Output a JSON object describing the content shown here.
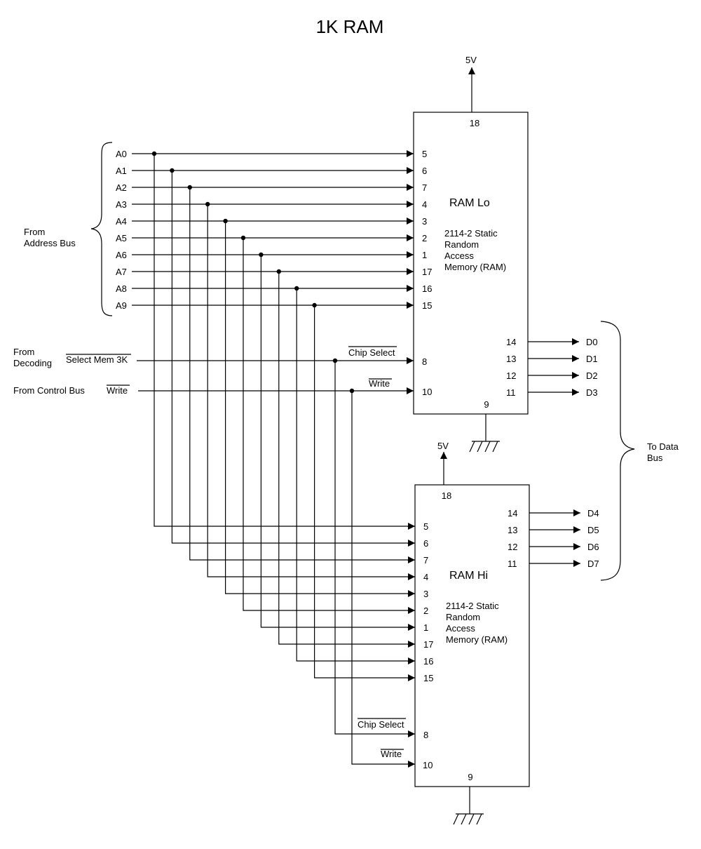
{
  "title": "1K RAM",
  "address_bus_label": [
    "From",
    "Address Bus"
  ],
  "address_lines": [
    "A0",
    "A1",
    "A2",
    "A3",
    "A4",
    "A5",
    "A6",
    "A7",
    "A8",
    "A9"
  ],
  "address_pins": [
    "5",
    "6",
    "7",
    "4",
    "3",
    "2",
    "1",
    "17",
    "16",
    "15"
  ],
  "decoding": {
    "source": [
      "From",
      "Decoding"
    ],
    "signal": "Select Mem 3K",
    "chip_select": "Chip Select",
    "pin": "8"
  },
  "control": {
    "source": "From Control Bus",
    "signal": "Write",
    "pin": "10"
  },
  "ram_lo": {
    "name": "RAM Lo",
    "desc": [
      "2114-2 Static",
      "Random",
      "Access",
      "Memory (RAM)"
    ],
    "vcc_label": "5V",
    "vcc_pin": "18",
    "gnd_pin": "9",
    "data_pins": [
      "14",
      "13",
      "12",
      "11"
    ],
    "data_out": [
      "D0",
      "D1",
      "D2",
      "D3"
    ]
  },
  "ram_hi": {
    "name": "RAM Hi",
    "desc": [
      "2114-2 Static",
      "Random",
      "Access",
      "Memory (RAM)"
    ],
    "vcc_label": "5V",
    "vcc_pin": "18",
    "gnd_pin": "9",
    "data_pins": [
      "14",
      "13",
      "12",
      "11"
    ],
    "data_out": [
      "D4",
      "D5",
      "D6",
      "D7"
    ]
  },
  "data_bus_label": [
    "To Data",
    "Bus"
  ]
}
